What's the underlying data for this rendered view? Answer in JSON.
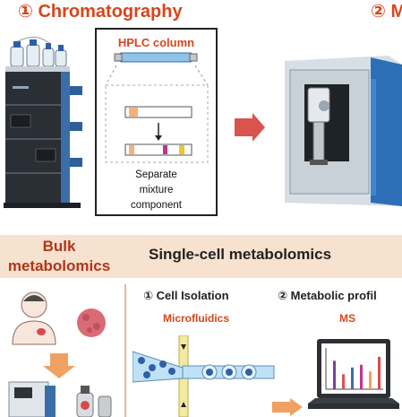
{
  "top": {
    "step1_title": "① Chromatography",
    "step2_title": "② M",
    "hplc": {
      "title": "HPLC column",
      "separate_lines": [
        "Separate",
        "mixture",
        "component"
      ]
    }
  },
  "band": {
    "bulk_lines": [
      "Bulk",
      "metabolomics"
    ],
    "single_title": "Single-cell metabolomics"
  },
  "bottom": {
    "cell_isolation": "① Cell Isolation",
    "microfluidics": "Microfluidics",
    "metabolic_profiling": "② Metabolic profil",
    "ms": "MS"
  },
  "colors": {
    "accent_orange": "#d8451e",
    "bulk_red": "#b0361a",
    "band_bg": "#f7e1cf",
    "arrow_red": "#d9534f",
    "arrow_orange": "#f0a060"
  },
  "chart_data": {
    "type": "diagram",
    "bars_in_laptop_chart": [
      0.72,
      0.38,
      0.55,
      0.62,
      0.45,
      0.82
    ]
  }
}
